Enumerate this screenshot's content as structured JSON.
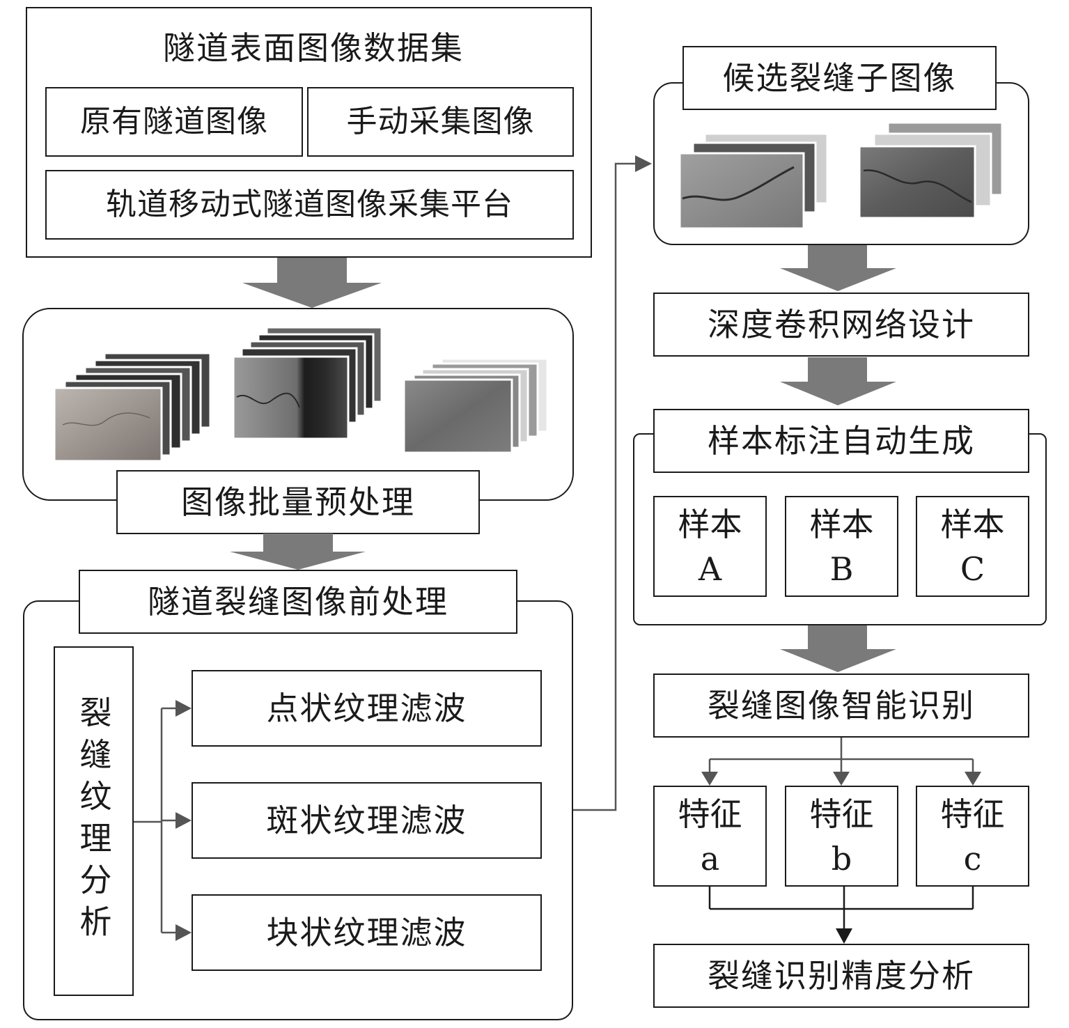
{
  "dataset": {
    "title": "隧道表面图像数据集",
    "original": "原有隧道图像",
    "manual": "手动采集图像",
    "platform": "轨道移动式隧道图像采集平台"
  },
  "batch": {
    "label": "图像批量预处理"
  },
  "preprocess": {
    "title": "隧道裂缝图像前处理",
    "texture_analysis": "裂缝纹理分析",
    "filters": [
      "点状纹理滤波",
      "斑状纹理滤波",
      "块状纹理滤波"
    ]
  },
  "candidate": {
    "title": "候选裂缝子图像"
  },
  "cnn": {
    "label": "深度卷积网络设计"
  },
  "annotation": {
    "title": "样本标注自动生成",
    "samples": [
      {
        "word": "样本",
        "id": "A"
      },
      {
        "word": "样本",
        "id": "B"
      },
      {
        "word": "样本",
        "id": "C"
      }
    ]
  },
  "recognition": {
    "label": "裂缝图像智能识别"
  },
  "features": [
    {
      "word": "特征",
      "id": "a"
    },
    {
      "word": "特征",
      "id": "b"
    },
    {
      "word": "特征",
      "id": "c"
    }
  ],
  "accuracy": {
    "label": "裂缝识别精度分析"
  },
  "colors": {
    "line": "#1a1a1a",
    "arrow_fill": "#7a7a7a",
    "connector": "#555555"
  }
}
